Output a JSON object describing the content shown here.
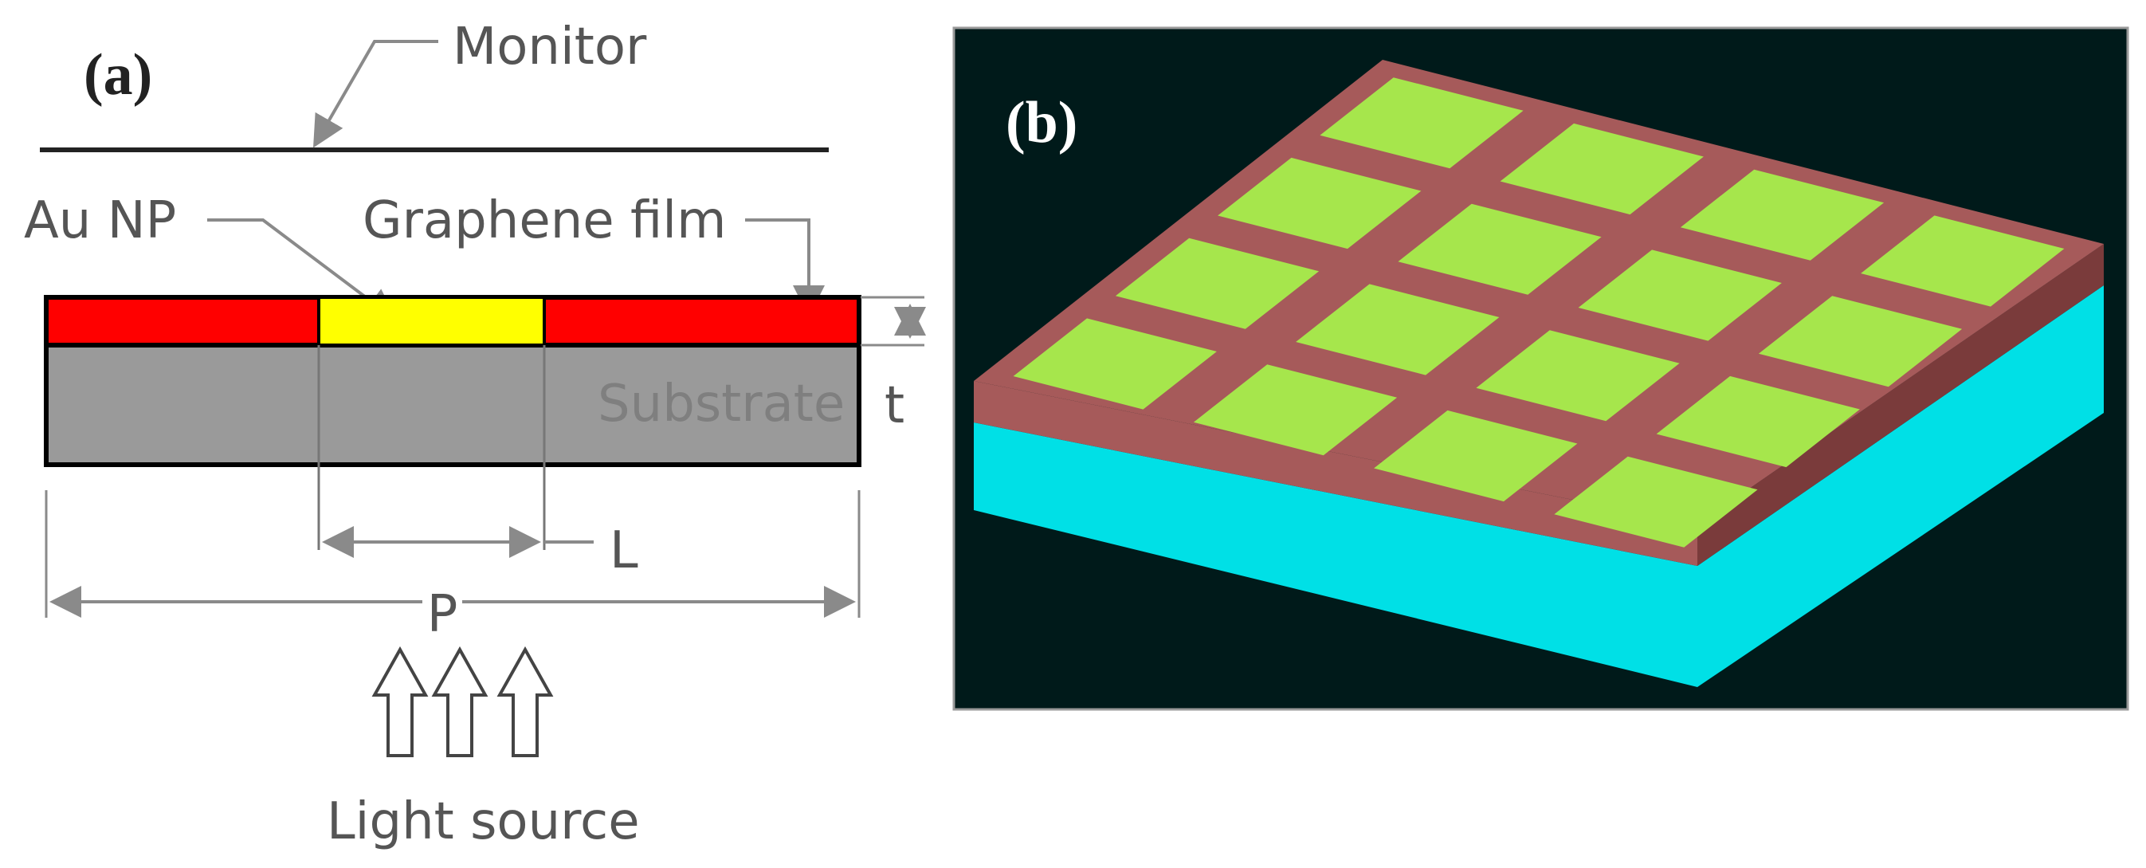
{
  "panel_a": {
    "label": "(a)",
    "monitor_label": "Monitor",
    "au_np_label": "Au NP",
    "graphene_label": "Graphene film",
    "substrate_label": "Substrate",
    "thickness_label": "t",
    "length_label": "L",
    "period_label": "P",
    "light_source_label": "Light source",
    "colors": {
      "graphene": "#ff0000",
      "au_np": "#ffff00",
      "substrate": "#9a9a9a",
      "dimension_lines": "#8a8a8a",
      "text": "#555555"
    }
  },
  "panel_b": {
    "label": "(b)",
    "grid": {
      "rows": 4,
      "cols": 4
    },
    "colors": {
      "background": "#001a1a",
      "nanoparticle": "#a6e64c",
      "graphene_top": "#a65a5a",
      "graphene_side": "#7a3b3b",
      "substrate": "#00e0e6"
    }
  }
}
